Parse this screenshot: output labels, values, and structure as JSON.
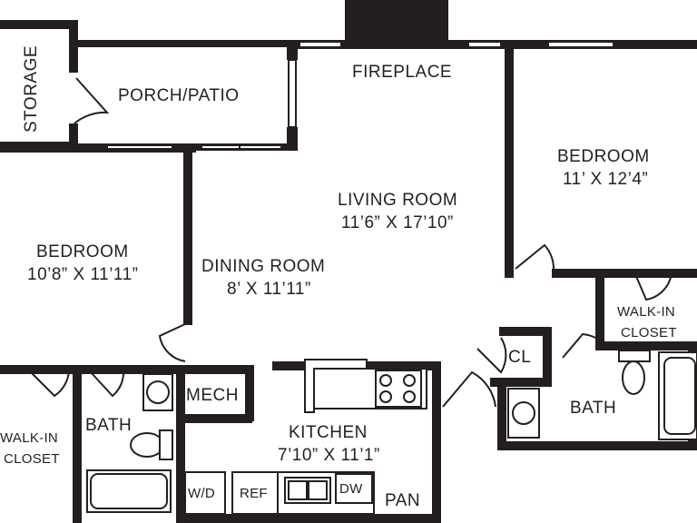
{
  "rooms": {
    "storage": {
      "name": "STORAGE"
    },
    "porch": {
      "name": "PORCH/PATIO"
    },
    "fireplace": {
      "name": "FIREPLACE"
    },
    "bedroom_right": {
      "name": "BEDROOM",
      "dims": "11’ X 12’4”"
    },
    "living": {
      "name": "LIVING ROOM",
      "dims": "11’6” X 17’10”"
    },
    "bedroom_left": {
      "name": "BEDROOM",
      "dims": "10’8” X 11’11”"
    },
    "dining": {
      "name": "DINING ROOM",
      "dims": "8’ X 11’11”"
    },
    "walkin_right": {
      "line1": "WALK-IN",
      "line2": "CLOSET"
    },
    "closet": {
      "name": "CL"
    },
    "bath_right": {
      "name": "BATH"
    },
    "mech": {
      "name": "MECH"
    },
    "walkin_left": {
      "line1": "WALK-IN",
      "line2": "CLOSET"
    },
    "bath_left": {
      "name": "BATH"
    },
    "kitchen": {
      "name": "KITCHEN",
      "dims": "7’10” X 11’1”"
    },
    "pantry": {
      "name": "PAN"
    }
  },
  "appliances": {
    "washer_dryer": "W/D",
    "refrigerator": "REF",
    "dishwasher": "DW"
  }
}
